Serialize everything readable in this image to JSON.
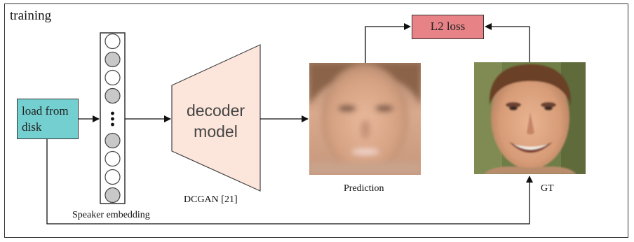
{
  "title": "training",
  "load_box": {
    "line1": "load from",
    "line2": "disk"
  },
  "loss_box": "L2 loss",
  "decoder": {
    "line1": "decoder",
    "line2": "model",
    "caption": "DCGAN [21]"
  },
  "embedding": {
    "caption": "Speaker embedding",
    "node_fills": [
      "white",
      "gray",
      "white",
      "gray",
      "gray",
      "white",
      "white",
      "gray"
    ]
  },
  "prediction": {
    "caption": "Prediction"
  },
  "ground_truth": {
    "caption": "GT"
  },
  "colors": {
    "load_box": "#73cfd0",
    "loss_box": "#e78286",
    "decoder": "#fce5da",
    "node_gray": "#c8c8c8",
    "node_white": "#ffffff"
  }
}
